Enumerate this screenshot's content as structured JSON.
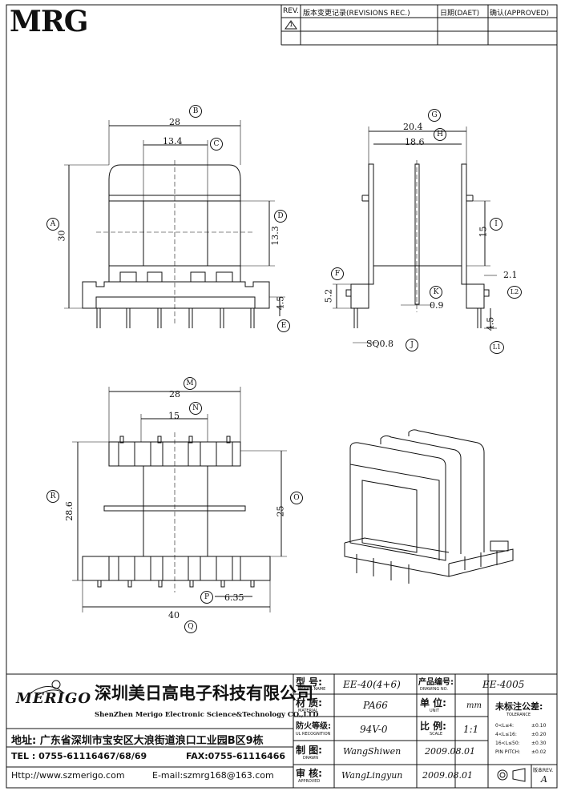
{
  "header": {
    "logo": "MRG",
    "rev_col": "REV.",
    "rev_record_col": "版本变更记录(REVISIONS REC.)",
    "date_col": "日期(DAET)",
    "approved_col": "确认(APPROVED)",
    "rev_mark": "1"
  },
  "drawing_labels": {
    "B": "B",
    "C": "C",
    "A": "A",
    "D": "D",
    "E": "E",
    "G": "G",
    "H": "H",
    "I": "I",
    "F": "F",
    "K": "K",
    "J": "J",
    "L1": "L1",
    "L2": "L2",
    "M": "M",
    "N": "N",
    "R": "R",
    "O": "O",
    "P": "P",
    "Q": "Q"
  },
  "dimensions": {
    "B": "28",
    "C": "13.4",
    "A": "30",
    "D": "13.3",
    "E": "4.5",
    "G": "20.4",
    "H": "18.6",
    "I": "15",
    "F": "5.2",
    "L2": "2.1",
    "K": "0.9",
    "J": "SQ0.8",
    "L1": "4.5",
    "M": "28",
    "N": "15",
    "R": "28.6",
    "O": "25",
    "P": "6.35",
    "Q": "40"
  },
  "title_block": {
    "company_logo": "MERIGO",
    "company_cn": "深圳美日高电子科技有限公司",
    "company_en": "ShenZhen Merigo Electronic Science&Technology CO.,LTD",
    "address": "地址: 广东省深圳市宝安区大浪街道浪口工业园B区9栋",
    "tel": "TEL : 0755-61116467/68/69",
    "fax": "FAX:0755-61116466",
    "web": "Http://www.szmerigo.com",
    "email": "E-mail:szmrg168@163.com",
    "model_label": "型 号:",
    "model_label_en": "MODEL NAME",
    "model": "EE-40(4+6)",
    "drawing_no_label": "产品编号:",
    "drawing_no_label_en": "DRAWING NO.",
    "drawing_no": "EE-4005",
    "material_label": "材 质:",
    "material_label_en": "MATERIAL",
    "material": "PA66",
    "unit_label": "单 位:",
    "unit_label_en": "UNIT",
    "unit": "mm",
    "tolerance_label": "未标注公差:",
    "tolerance_label_en": "TOLERANCE",
    "tol1_range": "0<L≤4:",
    "tol1": "±0.10",
    "tol2_range": "4<L≤16:",
    "tol2": "±0.20",
    "tol3_range": "16<L≤50:",
    "tol3": "±0.30",
    "tol4_range": "PIN PITCH:",
    "tol4": "±0.02",
    "flame_label": "防火等级:",
    "flame_label_en": "UL RECOGNITION",
    "flame": "94V-0",
    "scale_label": "比 例:",
    "scale_label_en": "SCALE",
    "scale": "1:1",
    "drawn_label": "制 图:",
    "drawn_label_en": "DRAWN",
    "drawn_by": "WangShiwen",
    "drawn_date": "2009.08.01",
    "approved_label": "审 核:",
    "approved_label_en": "APPROVED",
    "approved_by": "WangLingyun",
    "approved_date": "2009.08.01",
    "version_label": "版本REV.",
    "version": "A"
  }
}
